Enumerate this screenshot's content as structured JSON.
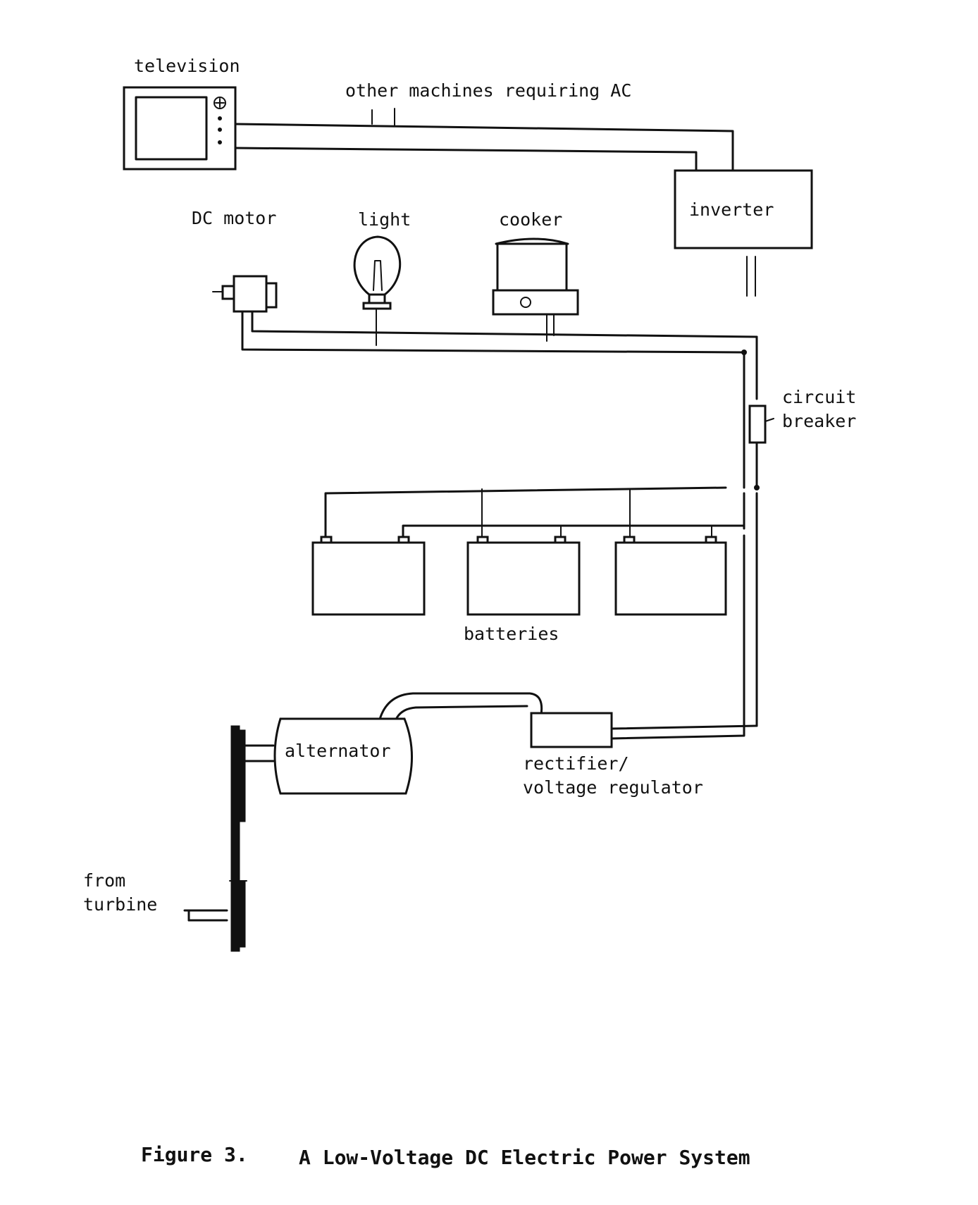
{
  "diagram": {
    "labels": {
      "television": "television",
      "other_machines": "other machines requiring AC",
      "inverter": "inverter",
      "dc_motor": "DC motor",
      "light": "light",
      "cooker": "cooker",
      "circuit_breaker_line1": "circuit",
      "circuit_breaker_line2": "breaker",
      "batteries": "batteries",
      "alternator": "alternator",
      "rectifier_line1": "rectifier/",
      "rectifier_line2": "voltage regulator",
      "from_turbine_line1": "from",
      "from_turbine_line2": "turbine"
    },
    "caption": {
      "figure_number": "Figure 3.",
      "title": "A Low-Voltage DC Electric Power System"
    }
  }
}
